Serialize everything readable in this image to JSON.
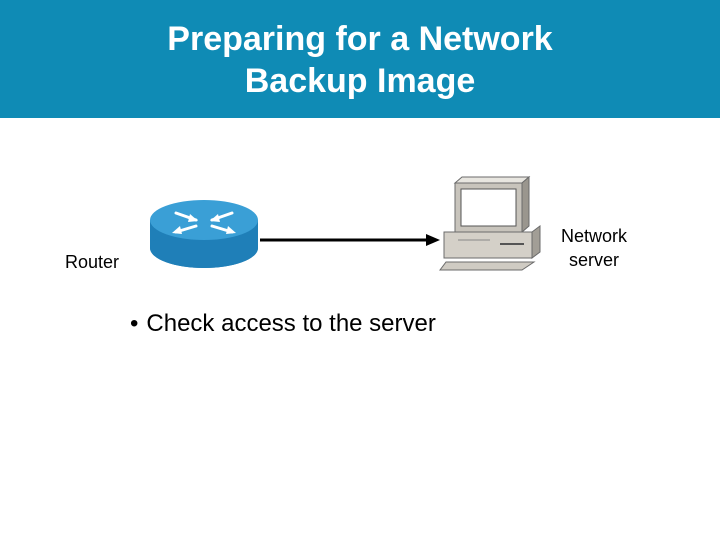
{
  "slide": {
    "title_line1": "Preparing for a Network",
    "title_line2": "Backup Image"
  },
  "diagram": {
    "router_label": "Router",
    "server_label_line1": "Network",
    "server_label_line2": "server",
    "router_icon": "router-icon",
    "server_icon": "desktop-computer-icon"
  },
  "bullets": [
    {
      "symbol": "•",
      "text": "Check access to the server"
    }
  ],
  "colors": {
    "title_bar": "#0f8bb5",
    "title_text": "#ffffff",
    "router_body": "#2a93cf",
    "computer_body": "#d4d0c8"
  }
}
